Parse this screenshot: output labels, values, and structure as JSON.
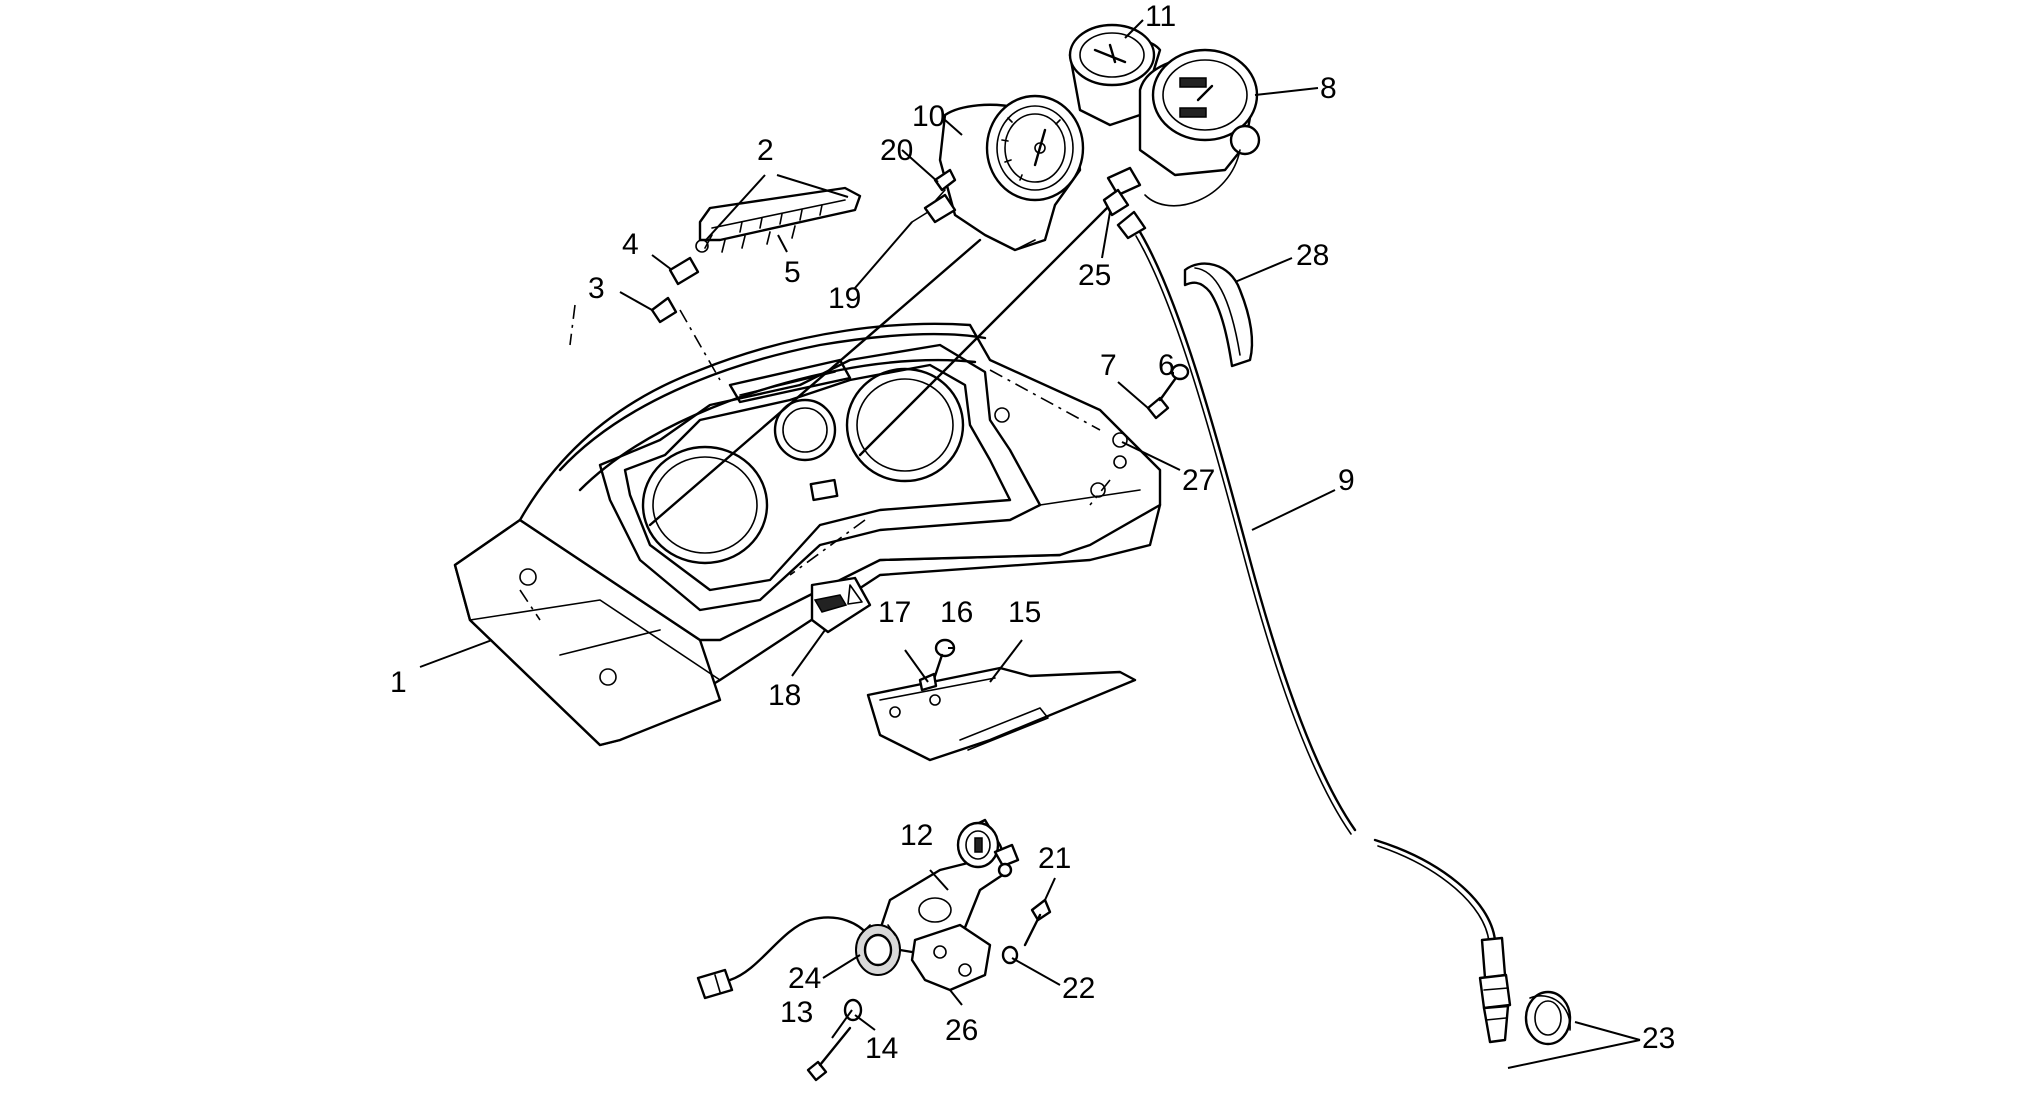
{
  "callouts": [
    {
      "id": "1",
      "text": "1"
    },
    {
      "id": "2",
      "text": "2"
    },
    {
      "id": "3",
      "text": "3"
    },
    {
      "id": "4",
      "text": "4"
    },
    {
      "id": "5",
      "text": "5"
    },
    {
      "id": "6",
      "text": "6"
    },
    {
      "id": "7",
      "text": "7"
    },
    {
      "id": "8",
      "text": "8"
    },
    {
      "id": "9",
      "text": "9"
    },
    {
      "id": "10",
      "text": "10"
    },
    {
      "id": "11",
      "text": "11"
    },
    {
      "id": "12",
      "text": "12"
    },
    {
      "id": "13",
      "text": "13"
    },
    {
      "id": "14",
      "text": "14"
    },
    {
      "id": "15",
      "text": "15"
    },
    {
      "id": "16",
      "text": "16"
    },
    {
      "id": "17",
      "text": "17"
    },
    {
      "id": "18",
      "text": "18"
    },
    {
      "id": "19",
      "text": "19"
    },
    {
      "id": "20",
      "text": "20"
    },
    {
      "id": "21",
      "text": "21"
    },
    {
      "id": "22",
      "text": "22"
    },
    {
      "id": "23",
      "text": "23"
    },
    {
      "id": "24",
      "text": "24"
    },
    {
      "id": "25",
      "text": "25"
    },
    {
      "id": "26",
      "text": "26"
    },
    {
      "id": "27",
      "text": "27"
    },
    {
      "id": "28",
      "text": "28"
    }
  ],
  "colors": {
    "line": "#000000",
    "background": "#ffffff",
    "shade": "#d8d8d8"
  }
}
